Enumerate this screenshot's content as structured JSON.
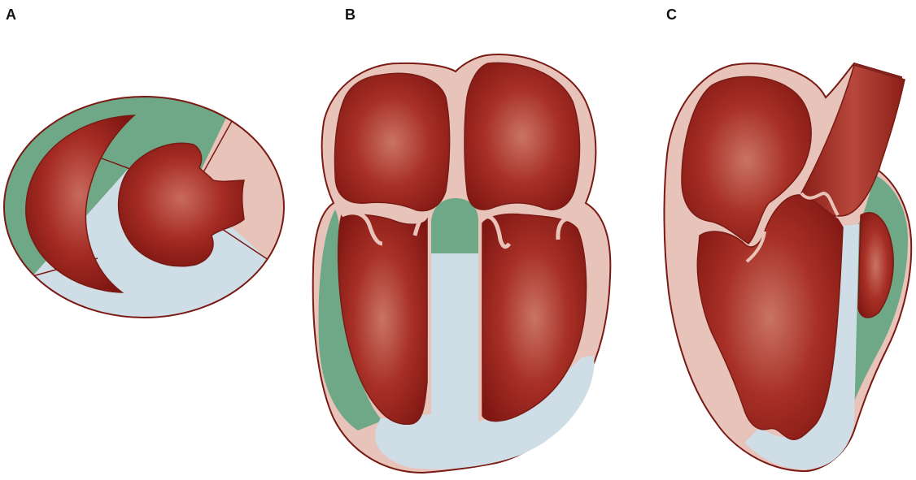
{
  "panels": [
    {
      "label": "A",
      "view": "short-axis"
    },
    {
      "label": "B",
      "view": "four-chamber"
    },
    {
      "label": "C",
      "view": "two-chamber"
    }
  ],
  "colors": {
    "myocardium_pink": "#E8C3B9",
    "segment_green": "#6FA886",
    "segment_blue": "#CFDEE6",
    "cavity_red": "#A52C24",
    "cavity_highlight": "#C96A5E",
    "cavity_dark": "#7E1612",
    "outline": "#7A1A14"
  }
}
